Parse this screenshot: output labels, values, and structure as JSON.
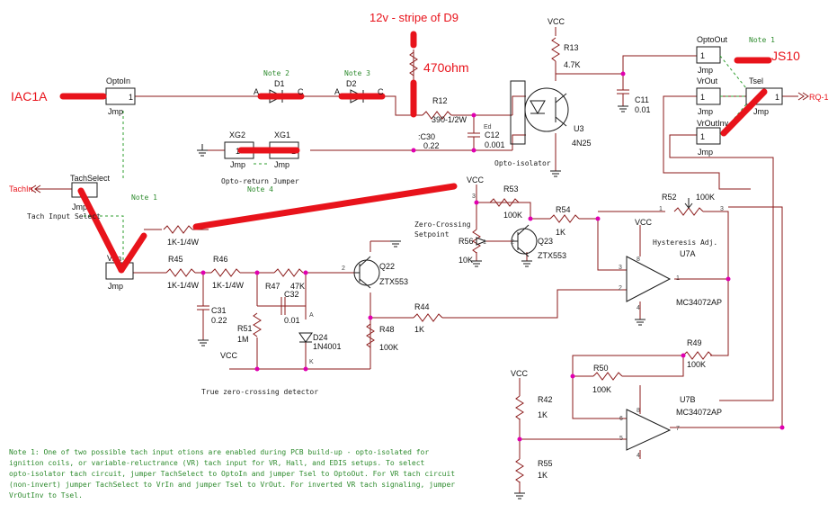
{
  "annotations": {
    "iac1a": "IAC1A",
    "stripe": "12v - stripe of D9",
    "ohm470": "470ohm",
    "js10": "JS10"
  },
  "jumpers": {
    "optoin": {
      "name": "OptoIn",
      "type": "Jmp",
      "pin": "1"
    },
    "optoout": {
      "name": "OptoOut",
      "type": "Jmp",
      "pin": "1"
    },
    "vrout": {
      "name": "VrOut",
      "type": "Jmp",
      "pin": "1"
    },
    "vroutinv": {
      "name": "VrOutInv",
      "type": "Jmp",
      "pin": "1"
    },
    "tsel": {
      "name": "Tsel",
      "type": "Jmp",
      "pin": "1"
    },
    "xg2": {
      "name": "XG2",
      "type": "Jmp",
      "pin": "1"
    },
    "xg1": {
      "name": "XG1",
      "type": "Jmp",
      "pin": "1"
    },
    "tachselect": {
      "name": "TachSelect",
      "type": "Jmp"
    },
    "vrin": {
      "name": "VrIn",
      "type": "Jmp"
    }
  },
  "labels": {
    "note1": "Note 1",
    "note2": "Note 2",
    "note3": "Note 3",
    "note4": "Note 4",
    "d1": "D1",
    "d2": "D2",
    "a1": "A",
    "c1": "C",
    "a2": "A",
    "c2": "C",
    "r12": "R12",
    "r12v": "390-1/2W",
    "c30": ":C30",
    "c30v": "0.22",
    "ed": "Ed",
    "c12": "C12",
    "c12v": "0.001",
    "vcc1": "VCC",
    "r13": "R13",
    "r13v": "4.7K",
    "u3": "U3",
    "u3v": "4N25",
    "optoiso": "Opto-isolator",
    "c11": "C11",
    "c11v": "0.01",
    "rq1": "RQ-1",
    "tachin": "TachIn",
    "tachinputselect": "Tach Input Select",
    "note1b": "Note 1",
    "optoreturn": "Opto-return Jumper",
    "r1k": "1K-1/4W",
    "r45": "R45",
    "r45v": "1K-1/4W",
    "r46": "R46",
    "r46v": "1K-1/4W",
    "c31": "C31",
    "c31v": "0.22",
    "r47": "R47",
    "r47v": "47K",
    "c32": "C32",
    "c32v": "0.01",
    "r51": "R51",
    "r51v": "1M",
    "d24": "D24",
    "d24v": "1N4001",
    "vcc2": "VCC",
    "truezero": "True zero-crossing detector",
    "q22": "Q22",
    "q22v": "ZTX553",
    "r48": "R48",
    "r48v": "100K",
    "r44": "R44",
    "r44v": "1K",
    "vcc3": "VCC",
    "r53": "R53",
    "r53v": "100K",
    "zerocross1": "Zero-Crossing",
    "zerocross2": "Setpoint",
    "r56": "R56",
    "r56v": "10K",
    "q23": "Q23",
    "q23v": "ZTX553",
    "r54": "R54",
    "r54v": "1K",
    "r52": "R52",
    "r52v": "100K",
    "hyst": "Hysteresis Adj.",
    "vcc4": "VCC",
    "u7a": "U7A",
    "u7av": "MC34072AP",
    "r49": "R49",
    "r49v": "100K",
    "r50": "R50",
    "r50v": "100K",
    "u7b": "U7B",
    "u7bv": "MC34072AP",
    "vcc5": "VCC",
    "r42": "R42",
    "r42v": "1K",
    "r55": "R55",
    "r55v": "1K",
    "p1": "1",
    "p2": "2",
    "p3": "3",
    "p3b": "3",
    "p2b": "2",
    "p2c": "2",
    "p1b": "1",
    "p3c": "3",
    "p1c": "1",
    "p6": "6",
    "p5": "5",
    "p7": "7",
    "p8a": "8",
    "p4a": "4",
    "p8b": "8",
    "p4b": "4",
    "pa": "A",
    "pk": "K"
  },
  "note": {
    "line1": "Note 1: One of two possible tach input otions are enabled during PCB build-up - opto-isolated for",
    "line2": "ignition coils, or variable-reluctrance (VR) tach input for VR, Hall, and EDIS setups. To select",
    "line3": "opto-isolator tach circuit, jumper TachSelect to OptoIn and jumper Tsel to OptoOut. For VR tach circuit",
    "line4": "(non-invert) jumper TachSelect to VrIn and jumper Tsel to VrOut. For inverted VR tach signaling, jumper",
    "line5": "VrOutInv to Tsel."
  },
  "colors": {
    "wire": "#8b1a1a",
    "highlight": "#e8131b",
    "junction": "#e000b0",
    "note": "#2e8b2e"
  }
}
